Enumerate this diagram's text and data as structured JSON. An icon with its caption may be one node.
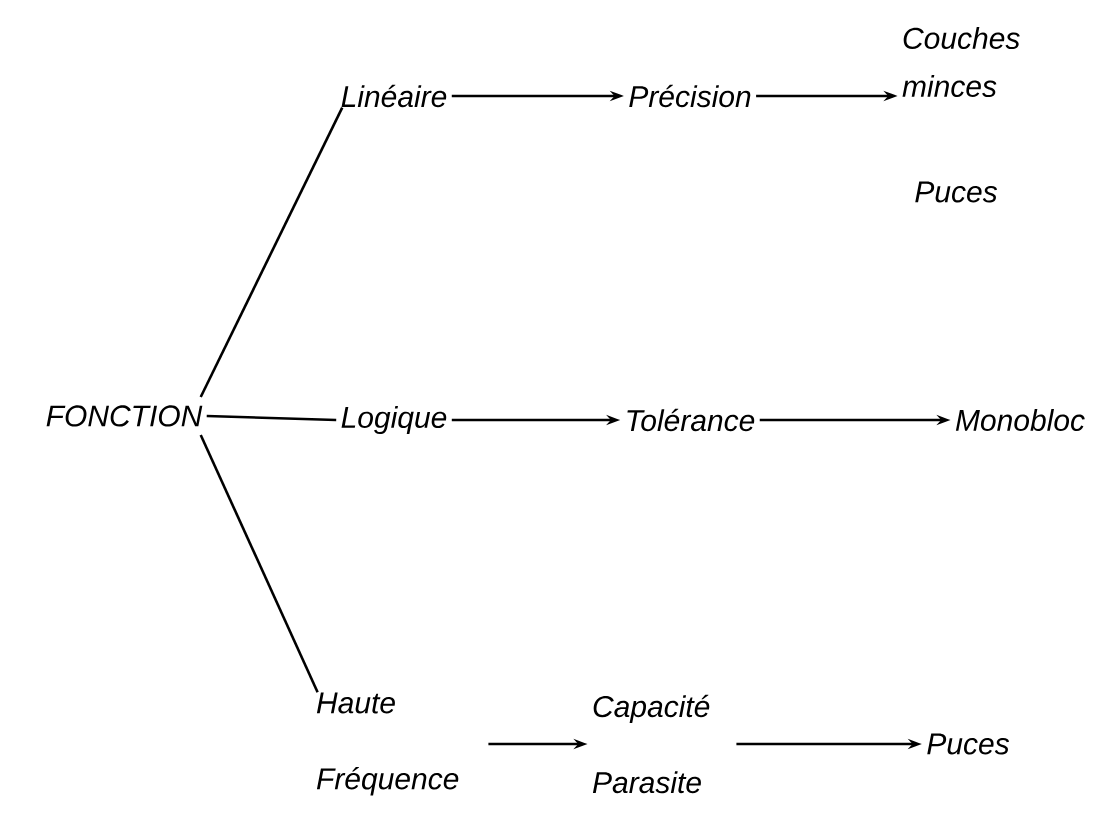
{
  "diagram": {
    "nodes": [
      {
        "text": [
          "FONCTION"
        ]
      },
      {
        "text": [
          "Linéaire"
        ]
      },
      {
        "text": [
          "Précision"
        ]
      },
      {
        "text": [
          "Couches minces"
        ]
      },
      {
        "text": [
          "Logique"
        ]
      },
      {
        "text": [
          "Tolérance"
        ]
      },
      {
        "text": [
          "Monobloc"
        ]
      },
      {
        "text": [
          "Haute Fréquence"
        ]
      },
      {
        "text": [
          "Capacité Parasite"
        ]
      },
      {
        "text": [
          "Puces"
        ]
      }
    ],
    "edges": [
      {
        "from": 0,
        "to": 1,
        "arrow": "none"
      },
      {
        "from": 1,
        "to": 2,
        "arrow": "to"
      },
      {
        "from": 2,
        "to": 3,
        "arrow": "to"
      },
      {
        "from": 0,
        "to": 4,
        "arrow": "none"
      },
      {
        "from": 4,
        "to": 5,
        "arrow": "to"
      },
      {
        "from": 5,
        "to": 6,
        "arrow": "to"
      },
      {
        "from": 0,
        "to": 7,
        "arrow": "none"
      },
      {
        "from": 7,
        "to": 8,
        "arrow": "to"
      },
      {
        "from": 8,
        "to": 9,
        "arrow": "to"
      }
    ],
    "labels": [
      "Puces"
    ]
  }
}
